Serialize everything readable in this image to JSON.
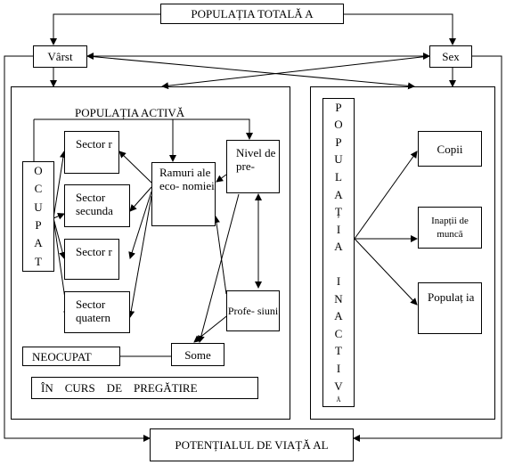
{
  "nodes": {
    "populatia_totala": "POPULAȚIA TOTALĂ  A",
    "varsta": "Vârst",
    "sex": "Sex",
    "populatia_activa": "POPULAȚIA ACTIVĂ",
    "ocupat_letters": [
      "O",
      "C",
      "U",
      "P",
      "A",
      "T"
    ],
    "sector_1": "Sector r",
    "sector_2": "Sector secunda",
    "sector_3": "Sector r",
    "sector_4": "Sector quatern",
    "ramuri": "Ramuri ale eco- nomiei",
    "nivel": "Nivel de pre-",
    "profesiuni": "Profe- siuni",
    "neocupat": "NEOCUPAT",
    "some": "Some",
    "in_curs": "ÎN    CURS    DE    PREGĂTIRE",
    "inactiva_letters": [
      "P",
      "O",
      "P",
      "U",
      "L",
      "A",
      "Ț",
      "I",
      "A",
      "",
      "I",
      "N",
      "A",
      "C",
      "T",
      "I",
      "V"
    ],
    "inactiva_tail": "Ă",
    "copii": "Copii",
    "inaptii": "Inapții de muncă",
    "populatia_box": "Populaț ia",
    "potentialul": "POTENȚIALUL DE VIAȚĂ AL"
  },
  "colors": {
    "line": "#000000",
    "background": "#ffffff"
  }
}
